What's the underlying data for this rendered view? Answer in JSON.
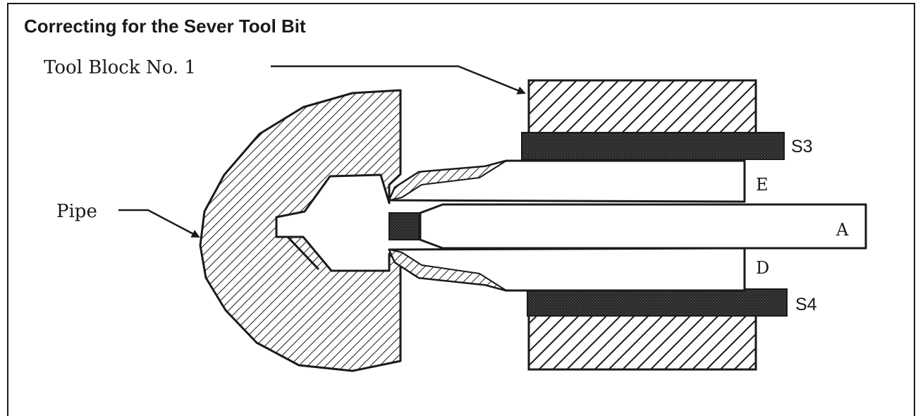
{
  "title": "Correcting for the Sever Tool Bit",
  "labels": {
    "tool_block": "Tool Block No. 1",
    "pipe": "Pipe",
    "s3": "S3",
    "s4": "S4",
    "e": "E",
    "a": "A",
    "d": "D"
  },
  "colors": {
    "ink": "#1a1a1a",
    "background": "#ffffff"
  }
}
